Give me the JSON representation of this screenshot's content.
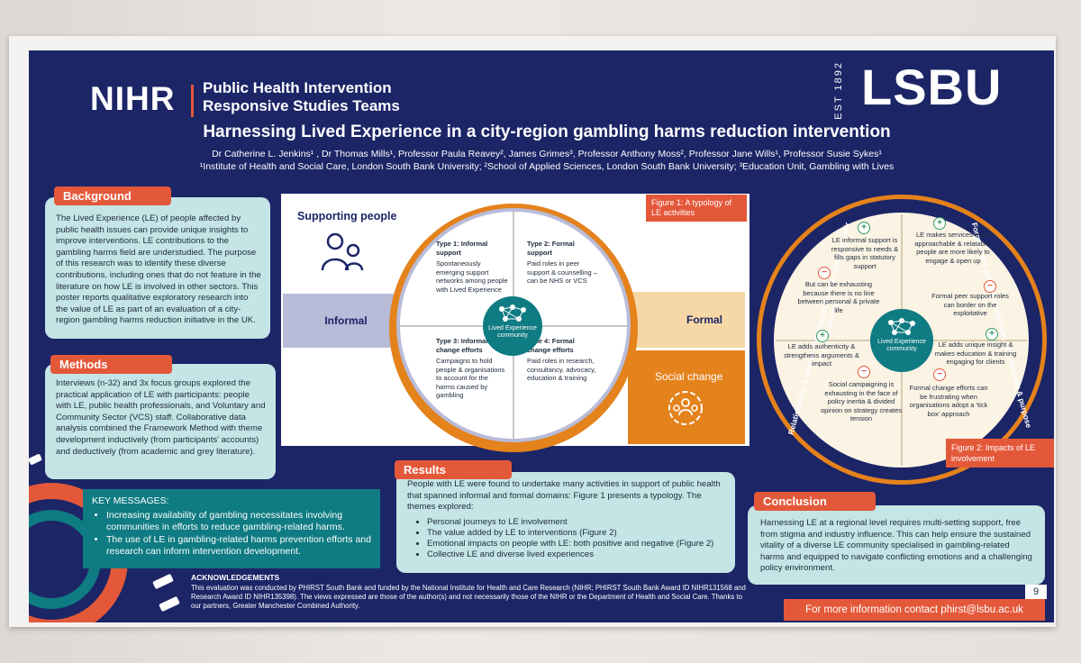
{
  "header": {
    "nihr_logo": "NIHR",
    "nihr_subtitle_line1": "Public Health Intervention",
    "nihr_subtitle_line2": "Responsive Studies Teams",
    "lsbu_est": "EST 1892",
    "lsbu_logo": "LSBU"
  },
  "title": "Harnessing Lived Experience in a city-region gambling harms reduction intervention",
  "authors_line": "Dr Catherine L. Jenkins¹ , Dr Thomas Mills¹, Professor Paula Reavey², James Grimes³, Professor Anthony Moss², Professor Jane Wills¹, Professor Susie Sykes¹",
  "affiliations_line": "¹Institute of Health and Social Care, London South Bank University; ²School of Applied Sciences, London South Bank University; ³Education Unit, Gambling with Lives",
  "background": {
    "heading": "Background",
    "body": "The Lived Experience (LE) of people affected by public health issues can provide unique insights to improve interventions. LE contributions to the gambling harms field are understudied. The purpose of this research was to identify these diverse contributions, including ones that do not feature in the literature on how LE is involved in other sectors. This poster reports qualitative exploratory research into the value of LE as part of an evaluation of a city-region gambling harms reduction initiative in the UK."
  },
  "methods": {
    "heading": "Methods",
    "body": "Interviews (n-32) and 3x focus groups explored the practical application of LE with participants: people with LE, public health professionals, and Voluntary and Community Sector (VCS) staff. Collaborative data analysis combined the Framework Method with theme development inductively (from participants' accounts) and deductively (from academic and grey literature)."
  },
  "key_messages": {
    "heading": "KEY MESSAGES:",
    "items": [
      "Increasing availability of gambling necessitates involving communities in efforts to reduce gambling-related harms.",
      "The use of LE in gambling-related harms prevention efforts and research can inform intervention development."
    ]
  },
  "figure1": {
    "caption": "Figure 1: A typology of LE activities",
    "supporting_people": "Supporting people",
    "informal": "Informal",
    "formal": "Formal",
    "social_change": "Social change",
    "hub": "Lived Experience community",
    "type1_title": "Type 1: Informal support",
    "type1_body": "Spontaneously emerging support networks among people with Lived Experience",
    "type2_title": "Type 2: Formal support",
    "type2_body": "Paid roles in peer support & counselling – can be NHS or VCS",
    "type3_title": "Type 3: Informal change efforts",
    "type3_body": "Campaigns to hold people & organisations to account for the harms caused by gambling",
    "type4_title": "Type 4: Formal change efforts",
    "type4_body": "Paid roles in research, consultancy, advocacy, education & training"
  },
  "figure2": {
    "caption": "Figure 2: Impacts of LE involvement",
    "ring_left": "Relationships & shared understandings help people on their recovery journey",
    "ring_right": "Formal roles provide recognition, pay, meaning & purpose",
    "hub": "Lived Experience community",
    "tl_plus": "LE informal support is responsive to needs & fills gaps in statutory support",
    "tl_minus": "But can be exhausting because there is no line between personal & private life",
    "tr_plus": "LE makes services more approachable & relatable: people are more likely to engage & open up",
    "tr_minus": "Formal peer support roles can border on the exploitative",
    "bl_plus": "LE adds authenticity & strengthens arguments & impact",
    "bl_minus": "Social campaigning is exhausting in the face of policy inertia & divided opinion on strategy creates tension",
    "br_plus": "LE adds unique insight & makes education & training engaging for clients",
    "br_minus": "Formal change efforts can be frustrating when organisations adopt a 'tick box' approach"
  },
  "results": {
    "heading": "Results",
    "intro": "People with LE were found to undertake many activities in support of public health that spanned informal and formal domains: Figure 1 presents a typology. The themes explored:",
    "items": [
      "Personal journeys to LE involvement",
      "The value added by LE to interventions (Figure 2)",
      "Emotional impacts on people with LE: both positive and negative (Figure 2)",
      "Collective LE and diverse lived experiences"
    ]
  },
  "conclusion": {
    "heading": "Conclusion",
    "body": "Harnessing LE at a regional level requires multi-setting support, free from stigma and industry influence. This can help ensure the sustained vitality of a diverse LE community specialised in gambling-related harms and equipped to navigate conflicting emotions and a challenging policy environment."
  },
  "acknowledgements": {
    "heading": "ACKNOWLEDGEMENTS",
    "body": "This evaluation was conducted by PHIRST South Bank and funded by the National Institute for Health and Care Research (NIHR; PHIRST South Bank Award ID NIHR131568 and Research Award ID NIHR135398). The views expressed are those of the author(s) and not necessarily those of the NIHR or the Department of Health and Social Care. Thanks to our partners, Greater Manchester Combined Authority."
  },
  "contact": "For more information contact phirst@lsbu.ac.uk",
  "page_number": "9",
  "colors": {
    "navy": "#1c2566",
    "coral": "#e4583a",
    "orange": "#e4821c",
    "teal": "#0f7b82",
    "mint": "#c4e4e6",
    "lavender": "#b8bcd8"
  },
  "icons": [
    "people-icon",
    "group-icon",
    "plus-icon",
    "minus-icon",
    "network-icon"
  ]
}
